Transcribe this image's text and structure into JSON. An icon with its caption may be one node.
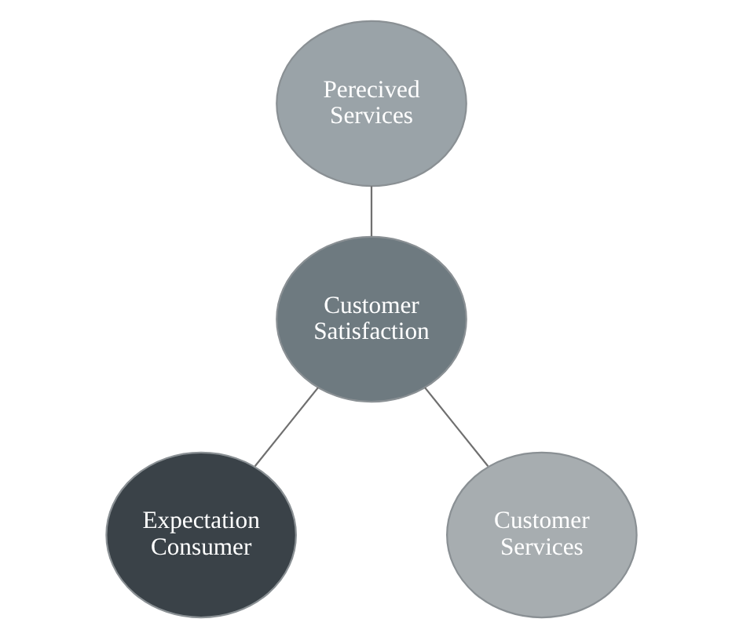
{
  "diagram": {
    "nodes": [
      {
        "text": [
          "Perecived Services"
        ]
      },
      {
        "text": [
          "Customer Satisfaction"
        ]
      },
      {
        "text": [
          "Expectation Consumer"
        ]
      },
      {
        "text": [
          "Customer Services"
        ]
      }
    ],
    "edges": [
      {
        "from": 0,
        "to": 1,
        "arrow": "none"
      },
      {
        "from": 1,
        "to": 2,
        "arrow": "none"
      },
      {
        "from": 1,
        "to": 3,
        "arrow": "none"
      }
    ]
  }
}
